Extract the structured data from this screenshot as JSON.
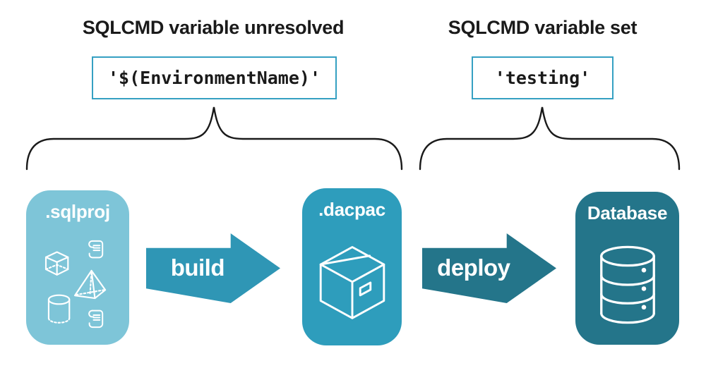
{
  "annotations": {
    "left": {
      "title": "SQLCMD variable unresolved",
      "value": "'$(EnvironmentName)'"
    },
    "right": {
      "title": "SQLCMD variable set",
      "value": "'testing'"
    }
  },
  "pipeline": {
    "nodes": [
      {
        "label": ".sqlproj",
        "color": "#7ec5d8",
        "icon": "sql-objects-icon"
      },
      {
        "label": ".dacpac",
        "color": "#2e9dbc",
        "icon": "package-icon"
      },
      {
        "label": "Database",
        "color": "#24758a",
        "icon": "database-icon"
      }
    ],
    "arrows": [
      {
        "label": "build",
        "color": "#2f96b5"
      },
      {
        "label": "deploy",
        "color": "#24758a"
      }
    ]
  },
  "colors": {
    "value_box_border": "#35a0c2",
    "heading_text": "#1a1a1a",
    "brace_stroke": "#1a1a1a",
    "icon_stroke": "#ffffff",
    "background": "#ffffff"
  }
}
